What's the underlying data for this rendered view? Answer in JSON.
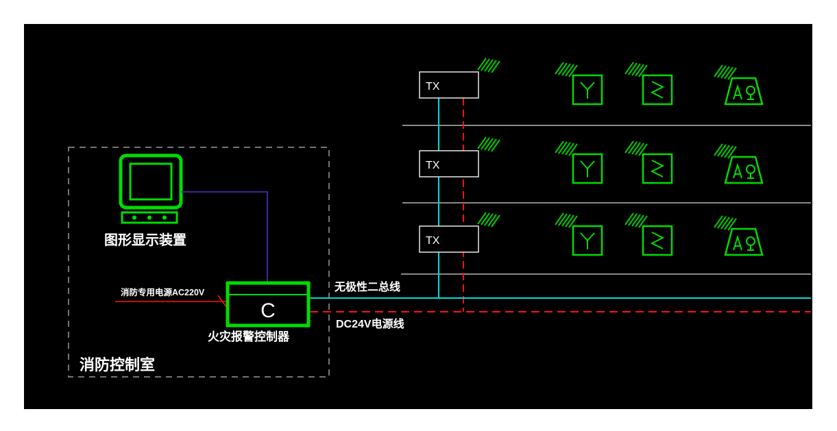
{
  "diagram": {
    "control_room": {
      "label": "消防控制室",
      "graphic_display": {
        "label": "图形显示装置"
      },
      "controller": {
        "symbol": "C",
        "label": "火灾报警控制器"
      },
      "mains_power": {
        "label": "消防专用电源AC220V"
      }
    },
    "lines": {
      "signal_bus": {
        "label": "无极性二总线",
        "color": "#00dcdc",
        "style": "solid"
      },
      "dc_power": {
        "label": "DC24V电源线",
        "color": "#ff1111",
        "style": "dashed"
      }
    },
    "repeaters": [
      {
        "label": "TX"
      },
      {
        "label": "TX"
      },
      {
        "label": "TX"
      }
    ],
    "floors": 3,
    "floor_devices": [
      "wireless-repeater",
      "wireless-manual-call-point",
      "wireless-detector",
      "wireless-sounder-strobe"
    ],
    "icons": {
      "signal_waves_icon": "green diagonal hatch strokes",
      "monitor_icon": "green CRT display with keyboard",
      "call_point_icon": "green square with Y symbol",
      "detector_icon": "green square with zigzag symbol",
      "sounder_icon": "green trapezoid with alarm figures"
    },
    "colors": {
      "background": "#000000",
      "device_green": "#00dd00",
      "bus_cyan": "#00dcdc",
      "power_red": "#ff1111",
      "link_purple": "#5a2fd0",
      "floor_white": "#e0e0e0",
      "text": "#ffffff",
      "room_dash": "#9a9a9a"
    }
  }
}
